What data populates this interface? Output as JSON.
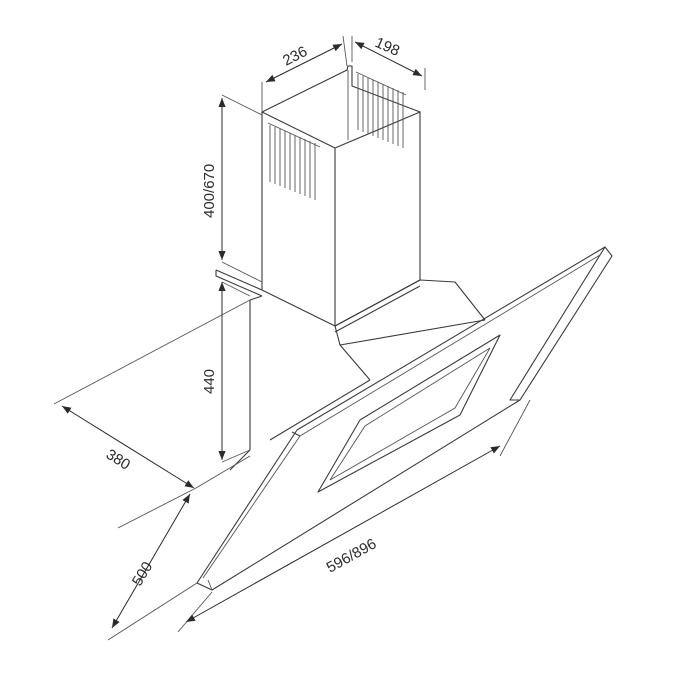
{
  "dimensions": {
    "chimney_width": "236",
    "chimney_depth": "198",
    "chimney_height": "400/670",
    "body_height": "440",
    "projection": "380",
    "glass_depth": "500",
    "width": "596/896"
  },
  "colors": {
    "line": "#3a3a3a",
    "background": "#ffffff"
  }
}
